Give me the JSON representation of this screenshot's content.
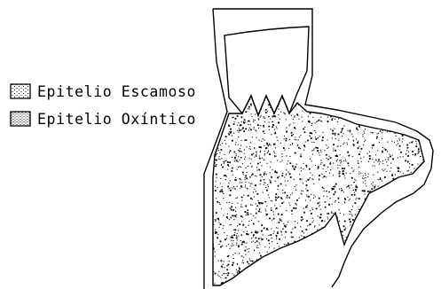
{
  "legend": {
    "items": [
      {
        "label": "Epitelio Escamoso",
        "pattern": "sparse-dots"
      },
      {
        "label": "Epitelio Oxíntico",
        "pattern": "dense-stipple"
      }
    ]
  },
  "colors": {
    "ink": "#000000",
    "background": "#ffffff"
  }
}
